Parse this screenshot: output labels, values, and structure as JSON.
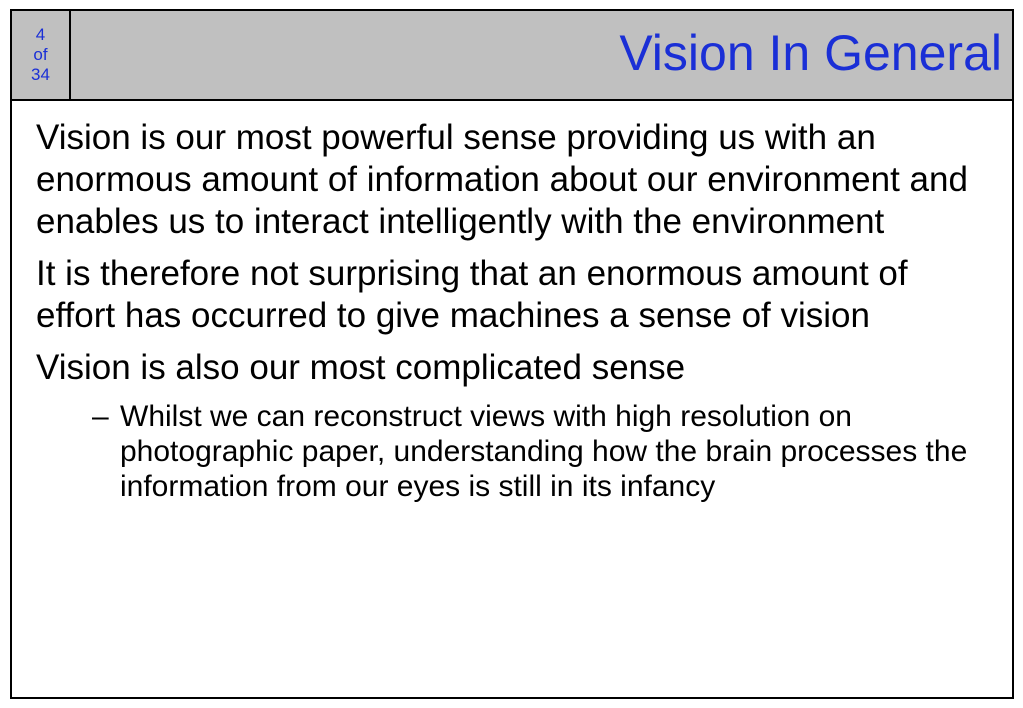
{
  "header": {
    "page_number": "4",
    "page_of": "of",
    "page_total": "34",
    "title": "Vision In General"
  },
  "colors": {
    "header_background": "#c0c0c0",
    "accent_text": "#1a2fd6"
  },
  "bullets": [
    "Vision is our most powerful sense providing us with an enormous amount of information about our environment and enables us to interact intelligently with the environment",
    "It is therefore not surprising that an enormous amount of effort has occurred to give machines a sense of vision",
    "Vision is also our most complicated sense"
  ],
  "sub_bullets": [
    {
      "marker": "–",
      "text": "Whilst we can reconstruct views with high resolution on photographic paper, understanding how the brain processes the information from our eyes is still in its infancy"
    }
  ]
}
